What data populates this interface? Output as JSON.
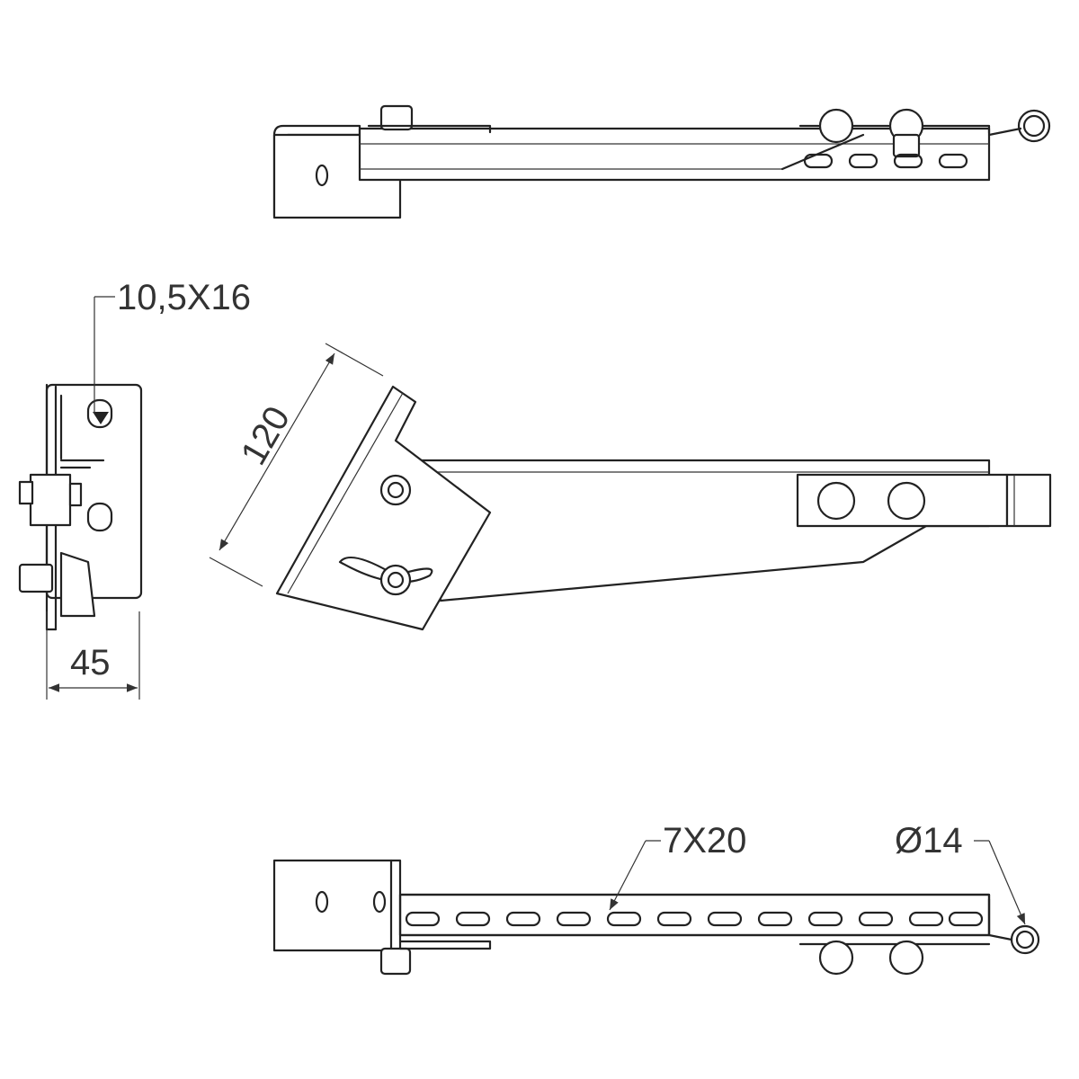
{
  "title": "Adjustable bracket technical drawing",
  "dimensions": {
    "slot_top": "10,5X16",
    "width": "45",
    "plate_length": "120",
    "slots_bar": "7X20",
    "ring_diameter": "Ø14"
  },
  "colors": {
    "line": "#222222",
    "background": "#ffffff"
  }
}
